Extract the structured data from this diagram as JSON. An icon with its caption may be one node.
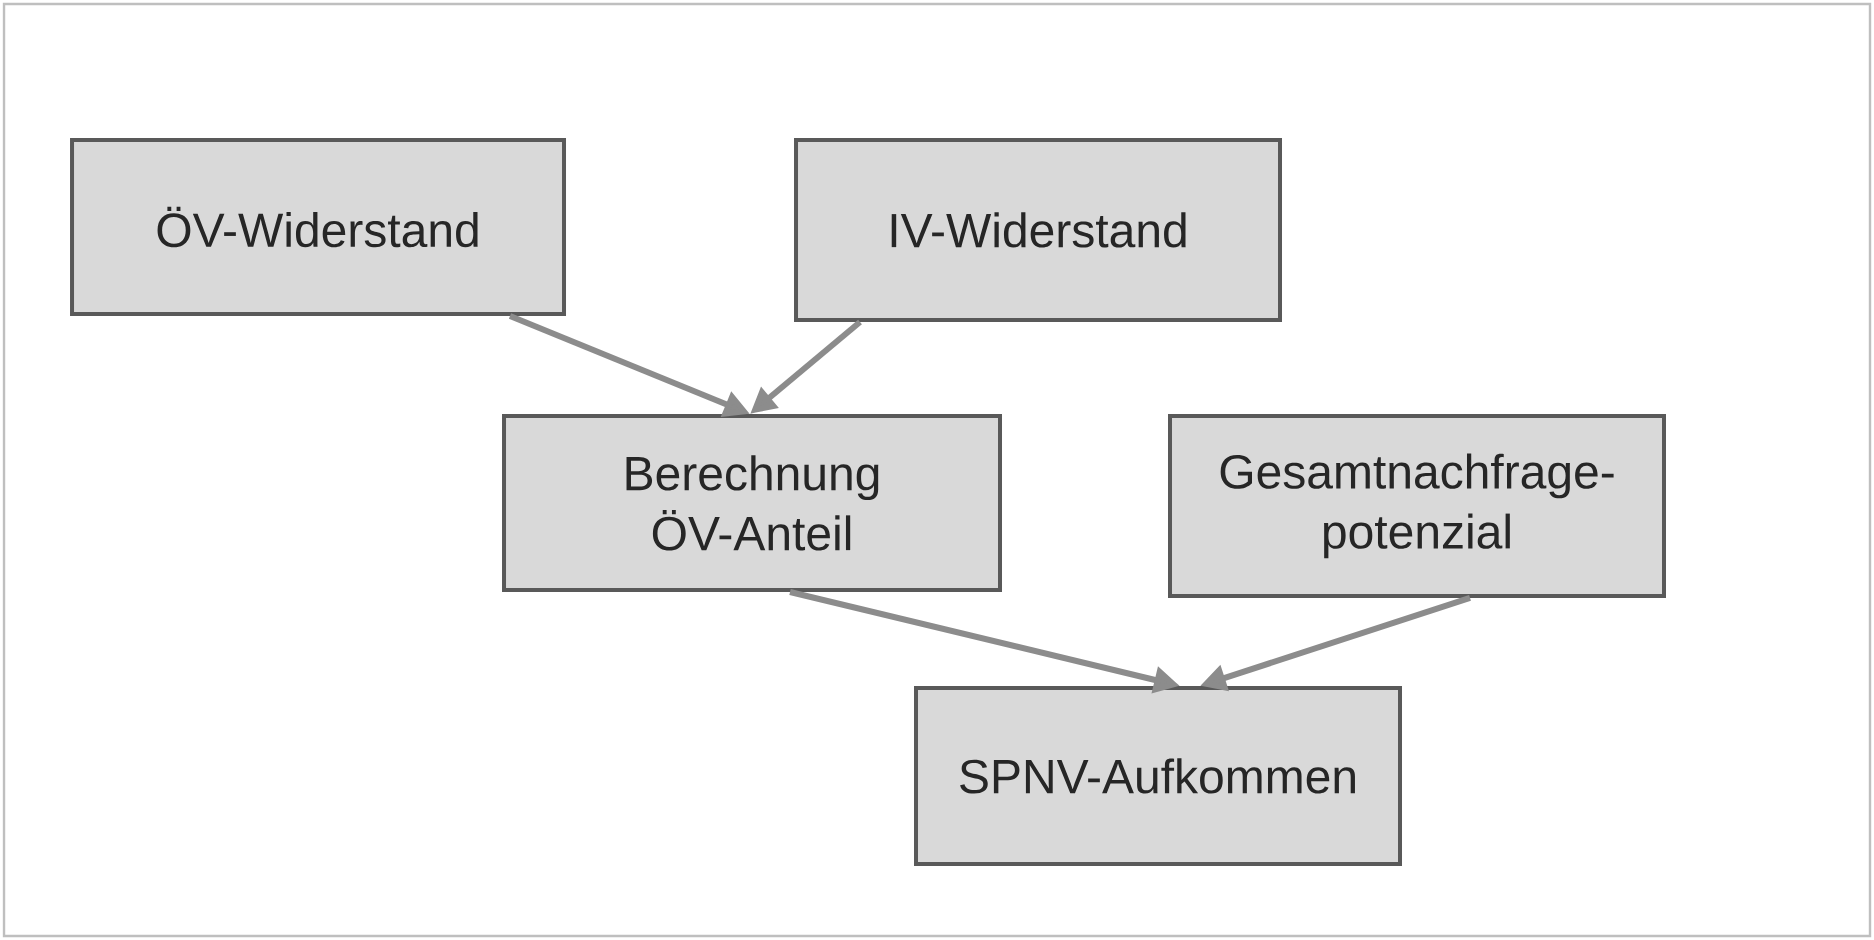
{
  "diagram": {
    "nodes": [
      {
        "text": [
          "ÖV-Widerstand"
        ]
      },
      {
        "text": [
          "IV-Widerstand"
        ]
      },
      {
        "text": [
          "Berechnung ÖV-Anteil"
        ]
      },
      {
        "text": [
          "Gesamtnachfrage-potenzial"
        ]
      },
      {
        "text": [
          "SPNV-Aufkommen"
        ]
      }
    ],
    "edges": [
      {
        "from": 0,
        "to": 2,
        "arrow": "to"
      },
      {
        "from": 1,
        "to": 2,
        "arrow": "to"
      },
      {
        "from": 2,
        "to": 4,
        "arrow": "to"
      },
      {
        "from": 3,
        "to": 4,
        "arrow": "to"
      }
    ]
  }
}
